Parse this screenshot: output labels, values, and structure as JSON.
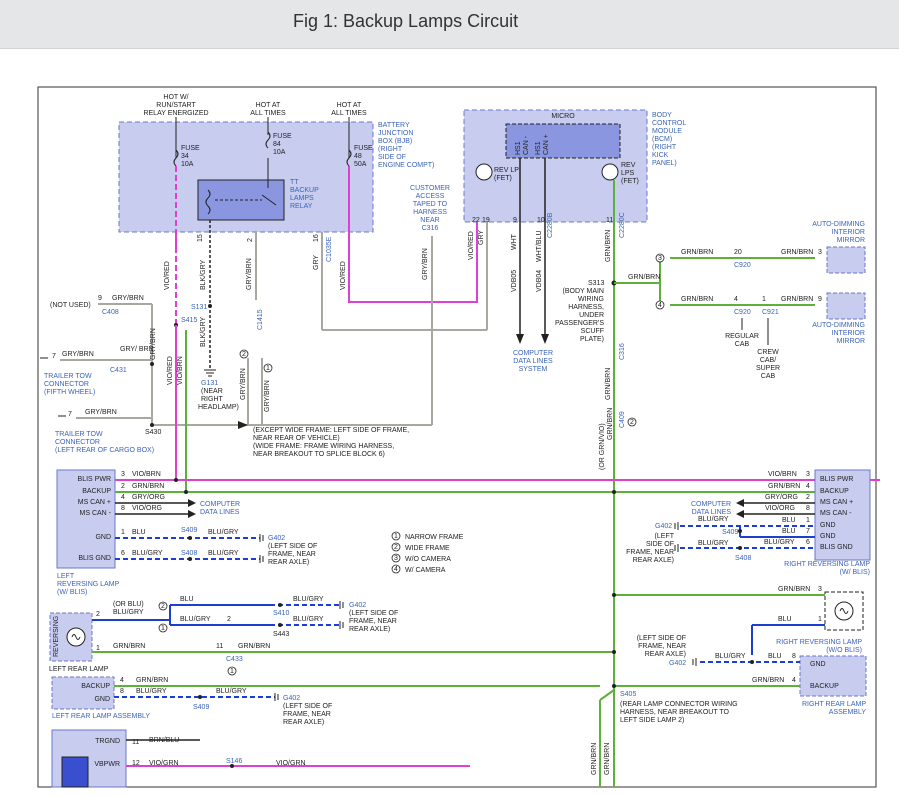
{
  "header": {
    "title": "Fig 1: Backup Lamps Circuit"
  },
  "colors": {
    "wire_green": "#5db03a",
    "wire_magenta": "#e040d0",
    "wire_blue": "#1c3fd0",
    "wire_gray": "#a8a8a0",
    "wire_black": "#222222",
    "module_fill": "#c8cdf0",
    "module_border": "#6a78c8",
    "link_blue": "#3a63b8"
  },
  "bjb": {
    "hot_run_start": [
      "HOT W/",
      "RUN/START",
      "RELAY ENERGIZED"
    ],
    "hot_all_times_1": [
      "HOT AT",
      "ALL TIMES"
    ],
    "hot_all_times_2": [
      "HOT AT",
      "ALL TIMES"
    ],
    "label": [
      "BATTERY",
      "JUNCTION",
      "BOX (BJB)",
      "(RIGHT",
      "SIDE OF",
      "ENGINE COMPT)"
    ],
    "fuse34": [
      "FUSE",
      "34",
      "10A"
    ],
    "fuse84": [
      "FUSE",
      "84",
      "10A"
    ],
    "fuse48": [
      "FUSE",
      "48",
      "50A"
    ],
    "relay": [
      "TT",
      "BACKUP",
      "LAMPS",
      "RELAY"
    ],
    "pins": [
      "15",
      "2",
      "16"
    ],
    "c1035e": "C1035E"
  },
  "bcm": {
    "micro": "MICRO",
    "label": [
      "BODY",
      "CONTROL",
      "MODULE",
      "(BCM)",
      "(RIGHT",
      "KICK",
      "PANEL)"
    ],
    "hs1_can_minus": [
      "HS1",
      "CAN -"
    ],
    "hs1_can_plus": [
      "HS1",
      "CAN +"
    ],
    "rev_lp": [
      "REV LP",
      "(FET)"
    ],
    "rev_lps": [
      "REV",
      "LPS",
      "(FET)"
    ],
    "pins": [
      "22",
      "19",
      "9",
      "10",
      "11"
    ],
    "c2280b": "C2280B",
    "c2280c": "C2280C"
  },
  "customer_access": [
    "CUSTOMER",
    "ACCESS",
    "TAPED TO",
    "HARNESS",
    "NEAR",
    "C316"
  ],
  "wires": {
    "vio_red": "VIO/RED",
    "gry": "GRY",
    "wht": "WHT",
    "wht_blu": "WHT/BLU",
    "grn_brn": "GRN/BRN",
    "blk_gry": "BLK/GRY",
    "gry_brn": "GRY/BRN",
    "vdb05": "VDB05",
    "vdb04": "VDB04",
    "gry_brn_or": "(OR GRN/VIO)",
    "vio_brn": "VIO/BRN",
    "gry_org": "GRY/ORG",
    "vio_org": "VIO/ORG",
    "blu": "BLU",
    "blu_gry": "BLU/GRY",
    "or_blu": "(OR BLU)",
    "brn_blu": "BRN/BLU",
    "vio_grn": "VIO/GRN",
    "gry_brn_slash": "GRY/ BRN"
  },
  "computer_data_lines": [
    "COMPUTER",
    "DATA LINES",
    "SYSTEM"
  ],
  "splices": {
    "s131": "S131",
    "s415": "S415",
    "s313": "S313",
    "s313_desc": [
      "(BODY MAIN",
      "WIRING",
      "HARNESS,",
      "UNDER",
      "PASSENGER'S",
      "SCUFF",
      "PLATE)"
    ],
    "s430": "S430",
    "s430_desc": [
      "(EXCEPT WIDE FRAME: LEFT SIDE OF FRAME,",
      "NEAR REAR OF VEHICLE)",
      "(WIDE FRAME: FRAME WIRING HARNESS,",
      "NEAR BREAKOUT TO SPLICE BLOCK 6)"
    ],
    "s409": "S409",
    "s408": "S408",
    "s410": "S410",
    "s443": "S443",
    "s405": "S405",
    "s405_desc": [
      "(REAR LAMP CONNECTOR WIRING",
      "HARNESS, NEAR BREAKOUT TO",
      "LEFT SIDE LAMP 2)"
    ],
    "s146": "S146"
  },
  "grounds": {
    "g131": "G131",
    "g131_desc": [
      "(NEAR",
      "RIGHT",
      "HEADLAMP)"
    ],
    "g402": "G402",
    "g402_desc": [
      "(LEFT SIDE OF",
      "FRAME, NEAR",
      "REAR AXLE)"
    ],
    "g402_right_desc": [
      "(LEFT",
      "SIDE OF",
      "FRAME, NEAR",
      "REAR AXLE)"
    ]
  },
  "connectors": {
    "c408": "C408",
    "c431": "C431",
    "c1415": "C1415",
    "c920": "C920",
    "c921": "C921",
    "c316": "C316",
    "c409": "C409",
    "c433": "C433"
  },
  "mirrors": {
    "auto_dim_1": [
      "AUTO-DIMMING",
      "INTERIOR",
      "MIRROR"
    ],
    "auto_dim_2": [
      "AUTO-DIMMING",
      "INTERIOR",
      "MIRROR"
    ],
    "regular_cab": [
      "REGULAR",
      "CAB"
    ],
    "crew_cab": [
      "CREW",
      "CAB/",
      "SUPER",
      "CAB"
    ]
  },
  "left_side": {
    "not_used": "(NOT USED)",
    "trailer_tow_fifth": [
      "TRAILER TOW",
      "CONNECTOR",
      "(FIFTH WHEEL)"
    ],
    "trailer_tow_cargo": [
      "TRAILER TOW",
      "CONNECTOR",
      "(LEFT REAR OF CARGO BOX)"
    ],
    "left_reversing_lamp": [
      "LEFT",
      "REVERSING LAMP",
      "(W/ BLIS)"
    ],
    "blis_pins": [
      "BLIS PWR",
      "BACKUP",
      "MS CAN +",
      "MS CAN -",
      "GND",
      "BLIS GND"
    ],
    "left_rear_lamp": "LEFT REAR LAMP",
    "reversing": "REVERSING",
    "left_rear_lamp_assembly": "LEFT REAR LAMP ASSEMBLY",
    "assembly_pins": [
      "BACKUP",
      "GND"
    ],
    "bottom_pins": [
      "TRGND",
      "VBPWR"
    ]
  },
  "right_side": {
    "blis_pins": [
      "BLIS PWR",
      "BACKUP",
      "MS CAN +",
      "MS CAN -",
      "GND",
      "GND",
      "BLIS GND"
    ],
    "right_reversing_lamp_blis": "RIGHT REVERSING LAMP",
    "right_reversing_lamp_blis2": "(W/ BLIS)",
    "right_reversing_lamp_noblis": [
      "RIGHT REVERSING LAMP",
      "(W/O BLIS)"
    ],
    "right_rear_lamp_assembly": [
      "RIGHT REAR LAMP",
      "ASSEMBLY"
    ],
    "assembly_pins": [
      "GND",
      "BACKUP"
    ]
  },
  "legend": [
    "NARROW FRAME",
    "WIDE FRAME",
    "W/O CAMERA",
    "W/ CAMERA"
  ]
}
